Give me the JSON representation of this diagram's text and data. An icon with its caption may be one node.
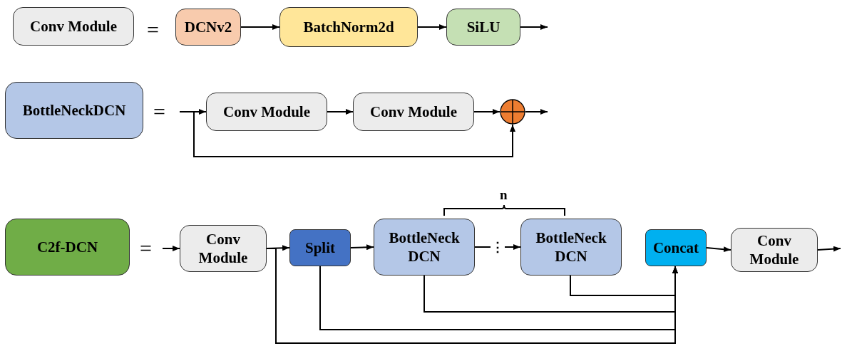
{
  "diagram": {
    "nodes": [
      {
        "text": [
          "Conv Module"
        ]
      },
      {
        "text": [
          "DCNv2"
        ]
      },
      {
        "text": [
          "BatchNorm2d"
        ]
      },
      {
        "text": [
          "SiLU"
        ]
      },
      {
        "text": [
          "BottleNeckDCN"
        ]
      },
      {
        "text": [
          "Conv Module"
        ]
      },
      {
        "text": [
          "Conv Module"
        ]
      },
      {
        "text": [],
        "shape": "circle"
      },
      {
        "text": [
          "C2f-DCN"
        ]
      },
      {
        "text": [
          "Conv Module"
        ]
      },
      {
        "text": [
          "Split"
        ]
      },
      {
        "text": [
          "BottleNeck DCN"
        ]
      },
      {
        "text": [
          "BottleNeck DCN"
        ]
      },
      {
        "text": [
          "Concat"
        ]
      },
      {
        "text": [
          "Conv Module"
        ]
      }
    ],
    "edges": [
      {
        "from": 1,
        "to": 2,
        "arrow": "to"
      },
      {
        "from": 2,
        "to": 3,
        "arrow": "to"
      },
      {
        "from": 3,
        "to": null,
        "arrow": "to"
      },
      {
        "from": null,
        "to": 5,
        "arrow": "to"
      },
      {
        "from": null,
        "to": 7,
        "arrow": "to"
      },
      {
        "from": 5,
        "to": 6,
        "arrow": "to"
      },
      {
        "from": 6,
        "to": 7,
        "arrow": "to"
      },
      {
        "from": 7,
        "to": null,
        "arrow": "to"
      },
      {
        "from": null,
        "to": 9,
        "arrow": "to"
      },
      {
        "from": 9,
        "to": 10,
        "arrow": "to"
      },
      {
        "from": 9,
        "to": 13,
        "arrow": "to"
      },
      {
        "from": 10,
        "to": 11,
        "arrow": "to"
      },
      {
        "from": 10,
        "to": 13,
        "arrow": "to"
      },
      {
        "from": 11,
        "to": 12,
        "arrow": "to",
        "label": "⋮"
      },
      {
        "from": 11,
        "to": 13,
        "arrow": "to"
      },
      {
        "from": 12,
        "to": 13,
        "arrow": "to"
      },
      {
        "from": 13,
        "to": 14,
        "arrow": "to"
      },
      {
        "from": 14,
        "to": null,
        "arrow": "to"
      }
    ],
    "labels": [
      "=",
      "=",
      "=",
      "n"
    ]
  }
}
